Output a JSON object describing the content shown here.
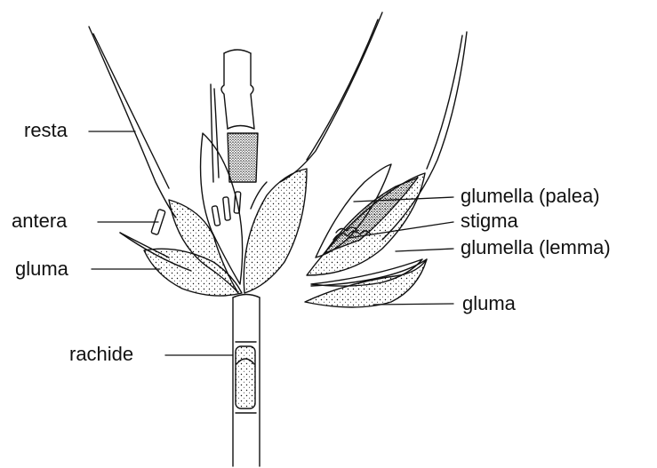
{
  "labels": {
    "resta": "resta",
    "antera": "antera",
    "gluma_left": "gluma",
    "rachide": "rachide",
    "glumella_palea": "glumella (palea)",
    "stigma": "stigma",
    "glumella_lemma": "glumella (lemma)",
    "gluma_right": "gluma"
  },
  "colors": {
    "ink": "#111111",
    "paper": "#ffffff"
  }
}
